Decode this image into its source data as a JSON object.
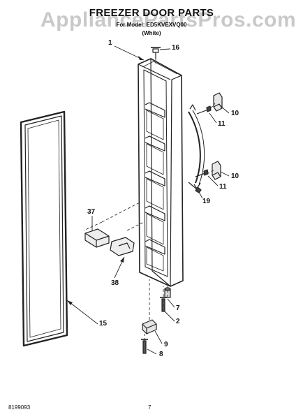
{
  "watermark": "AppliancePartsPros.com",
  "header": {
    "title": "FREEZER DOOR PARTS",
    "subtitle": "For Model: ED5KVEXVQ00",
    "variant": "(White)"
  },
  "callouts": {
    "c1": "1",
    "c16": "16",
    "c10a": "10",
    "c11a": "11",
    "c10b": "10",
    "c11b": "11",
    "c19": "19",
    "c37": "37",
    "c38": "38",
    "c15": "15",
    "c7": "7",
    "c2": "2",
    "c9": "9",
    "c8": "8"
  },
  "footer": {
    "doc_number": "8199093",
    "page_number": "7"
  }
}
